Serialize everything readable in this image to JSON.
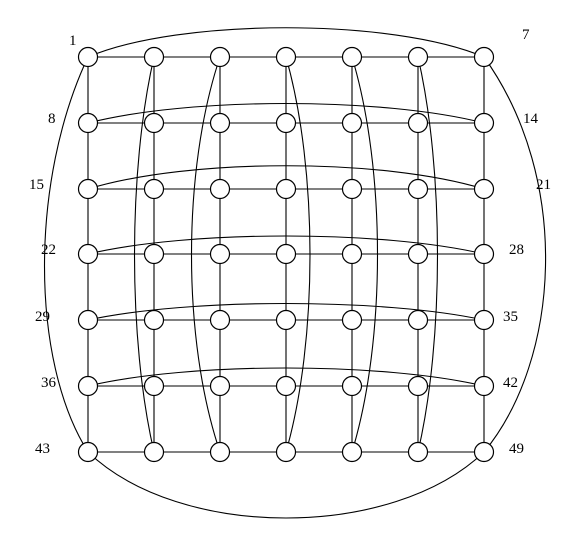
{
  "graph": {
    "rows": 7,
    "cols": 7,
    "labels": {
      "n1": "1",
      "n7": "7",
      "n8": "8",
      "n14": "14",
      "n15": "15",
      "n21": "21",
      "n22": "22",
      "n28": "28",
      "n29": "29",
      "n35": "35",
      "n36": "36",
      "n42": "42",
      "n43": "43",
      "n49": "49"
    },
    "colors": {
      "line": "#000000",
      "node_fill": "#ffffff",
      "background": "#ffffff"
    }
  }
}
